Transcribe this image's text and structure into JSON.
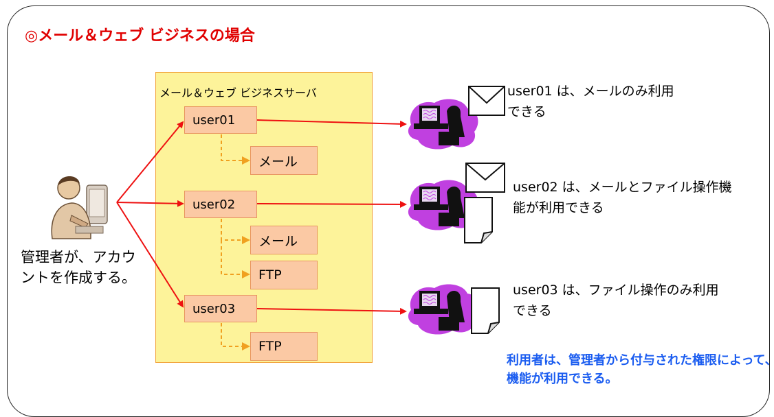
{
  "title": "◎メール＆ウェブ ビジネスの場合",
  "server": {
    "title": "メール＆ウェブ ビジネスサーバ"
  },
  "accounts": [
    {
      "user": "user01",
      "services": [
        "メール"
      ]
    },
    {
      "user": "user02",
      "services": [
        "メール",
        "FTP"
      ]
    },
    {
      "user": "user03",
      "services": [
        "FTP"
      ]
    }
  ],
  "admin": {
    "caption_line1": "管理者が、アカウ",
    "caption_line2": "ントを作成する。"
  },
  "descriptions": [
    {
      "line1": "user01 は、メールのみ利用",
      "line2": "できる"
    },
    {
      "line1": "user02  は、メールとファイル操作機",
      "line2": "能が利用できる"
    },
    {
      "line1": "user03  は、ファイル操作のみ利用",
      "line2": "できる"
    }
  ],
  "note": {
    "line1": "利用者は、管理者から付与された権限によって、各",
    "line2": "機能が利用できる。"
  },
  "colors": {
    "title": "#e00000",
    "note": "#1a5cf0",
    "arrow": "#ee1111",
    "server_fill": "#fdf39a",
    "box_fill": "#fbc9a4",
    "service_arrow": "#f0a020",
    "user_blob": "#c040e0"
  },
  "icons": [
    "admin-person-icon",
    "computer-user-icon",
    "envelope-icon",
    "document-icon"
  ]
}
